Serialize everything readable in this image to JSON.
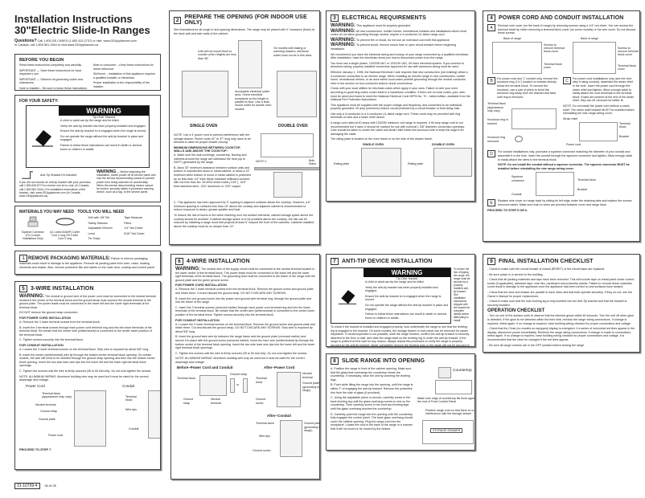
{
  "header": {
    "title1": "Installation Instructions",
    "title2": "30\"Electric Slide-In Ranges",
    "questions_label": "Questions?",
    "questions_text": "Call 1.800.GE.CARES (1.800.432.2737) or visit: www.GEAppliances.com",
    "canada_text": "In Canada, call 1.800.561.3344 or visit www.GEAppliances.ca"
  },
  "before": {
    "title": "BEFORE YOU BEGIN",
    "left": [
      "Read these instructions completely and carefully.",
      "IMPORTANT — Save these instructions for local inspector's use.",
      "IMPORTANT — Observe all governing codes and ordinances.",
      "Note to Installer – Be sure to leave these instructions with consumer."
    ],
    "right": [
      "Note to consumer – Keep these instructions for future reference.",
      "Skill level – Installation of this appliance requires a qualified installer or electrician.",
      "Proper installation is the responsibility of the installer.",
      "Product failure due to improper installation is not covered under warranty."
    ]
  },
  "safety": {
    "title": "FOR YOUR SAFETY:",
    "warning": "WARNING",
    "hazard": "Tip-Over Hazard",
    "lines": [
      "A child or adult can tip the range and be killed.",
      "Verify the anti-tip bracket has been properly installed and engaged.",
      "Ensure the anti-tip bracket is re-engaged when the range is moved.",
      "Do not operate the range without the anti-tip bracket in place and engaged.",
      "Failure to follow these instructions can result in death or serious burns to children or adults."
    ],
    "bracket_label": "Anti-Tip Bracket Kit Included",
    "bracket_note": "If you did not receive an anti-tip bracket with your purchase, call 1.800.626.8774 to receive one at no cost. (In Canada, call 1.800.561.3344.) For installation instructions of the bracket, visit: www.GEAppliances.com (In Canada, www.GEAppliances.ca).",
    "warning2_label": "WARNING",
    "warning2_text": "— Before beginning the installation, switch power off at service panel and lock the service disconnecting means to prevent power from being switched on accidentally. When the service disconnecting means cannot be locked, securely fasten a prominent warning device, such as a tag, to the service panel."
  },
  "materials": {
    "title": "MATERIALS YOU MAY NEED   TOOLS YOU WILL NEED",
    "item1": "Squeeze Connector (For Conduit Installations Only)",
    "item2": "(UL Listed 40AMP) 4-Wire Cord 4' long OR 3-Wire Cord 4' long",
    "tools_a": [
      "Drill with 1/8\" Bit",
      "Safety Glasses",
      "Adjustable Wrench",
      "Level",
      "Tin Snips"
    ],
    "tools_b": [
      "Tape Measure",
      "Pliers",
      "1/4\" Nut Driver",
      "5/16\" Nut Driver"
    ]
  },
  "s1": {
    "num": "1",
    "title": "REMOVE PACKAGING MATERIALS:",
    "text": "Failure to remove packaging materials could result in damage to the appliance. Remove all packing parts from oven, racks, heating elements and drawer. Also, remove protective film and labels on the outer door, cooktop and control panel."
  },
  "s2": {
    "num": "2",
    "title": "PREPARE THE OPENING (FOR INDOOR USE ONLY)",
    "intro": "See illustrations for all rough-in and spacing dimensions. The range may be placed with 0\" clearance (flush) at the back wall and side walls of the cabinet.",
    "note_flush": "Unit will not mount flush to counter when heights are less than 36\".",
    "note_outlet": "On models with baking or warming drawers, electrical outlet must not be in this area.",
    "note_area": "Acceptable electrical outlet area. Orient electrical receptacle so the length is parallel to floor. Use a flush mount outlet for double oven models.",
    "single": "SINGLE OVEN",
    "double": "DOUBLE OVEN",
    "note": "NOTE: Use a 4' power cord to prevent interference with the storage drawer. Power cords 41\" to 47\" long may have to be dressed to allow for proper drawer closing.",
    "min_title": "MINIMUM DIMENSIONS BETWEEN COOKTOP, WALLS AND ABOVE THE COOKTOP:",
    "items": [
      "A. Make sure the wall coverings, countertop, flooring and cabinets around the range can withstand the heat (up to 200°F) generated by the range.",
      "B. Allow 30\" minimum clearance between surface units and bottom of unprotected wood or metal cabinet; or allow a 24\" minimum when bottom of wood or metal cabinet is protected by no less than 1/4\" thick flame retardant millboard covered with not less than No. 28 MSG sheet metal (.015\"), .015\" thick stainless steel, .024\" aluminum or .020\" copper."
    ],
    "item_c": "C. This appliance has been approved for 0\" spacing to adjacent surfaces above the cooktop. However, a 6\" minimum spacing to surfaces less than 15\" above the cooktop and adjacent cabinet is recommended to reduce exposure to steam, grease splatter and heat.",
    "burn": "To reduce the risk of burns or fire when reaching over hot surface elements, cabinet storage space above the cooktop should be avoided. If cabinet storage space is to be provided above the cooktop, the risk can be reduced by installing a range hood that projects at least 5\" beyond the front of the cabinets. Cabinets installed above the cooktop must be no deeper than 13\".",
    "dim_note": "NOTE C",
    "dim_both": "Both Sides"
  },
  "s3": {
    "num": "3",
    "title": "ELECTRICAL REQUIREMENTS",
    "warnings": [
      "This appliance must be properly grounded.",
      "All new construction, mobile homes, recreational vehicles and installations where local codes do not allow grounding through neutral, require a 4-conductor UL-listed range cord.",
      "To prevent fire or shock, do not use an extension cord with this appliance.",
      "To prevent shock, remove house fuse or open circuit breaker before beginning installation."
    ],
    "warn_label": "WARNING:",
    "paras": [
      "We recommend you have the electrical wiring and hookup of your range connected by a qualified electrician. After installation, have the electrician show you how to disconnect power from the range.",
      "You must use a single phase, 120/208 VAC or 120/240 VAC, 60 hertz electrical system. If you connect to aluminum wiring, properly installed connectors approved for use with aluminum wiring must be used.",
      "Effective January 1, 1996, the National Electrical Code requires that new construction (not existing) utilize a 4-conductor connection to an electric range. When installing an electric range in new construction, mobile home, recreational vehicle, or an area where local codes prohibit grounding through the neutral conductor, refer to the section on four-conductor branch circuit connections.",
      "Check with your local utilities for electrical codes which apply in your area. Failure to wire your oven according to governing codes could result in a hazardous condition. If there are no local codes, your oven must be wired and fused to meet the National Electrical Code NFPA No. 70 – latest edition, available from the National Fire Protection Association.",
      "This appliance must be supplied with the proper voltage and frequency, and connected to an individual, properly grounded, 40 amp (minimum) branch circuit protected by a circuit breaker or time-delay fuse.",
      "Use only a 3-conductor or a 4-conductor UL-listed range cord. These cords may be provided with ring terminals on wire and a strain relief device.",
      "A range cord rated at 40 amps with 125/250 minimum volt range is required. If 50 amp range cord is not recommended but if used, it should be marked for use with nominal 1 3/8\" diameter connection openings. Care should be taken to center the cable and strain relief within the knockout hole to keep the edge from damaging the cable.",
      "The rating plate is located on the oven frame or on the side of the drawer frame."
    ],
    "single": "SINGLE OVEN",
    "double": "DOUBLE OVEN",
    "rating": "Rating plate"
  },
  "s4": {
    "num": "4",
    "title": "POWER CORD AND CONDUIT INSTALLATION",
    "a": "Remove wire cover (on the back of range) by removing screws using a 1/4\" nut driver. You can access the terminal block by either removing a terminal block cover (on some models) or the wire cover. Do not discard these screws.",
    "back": "Back of range",
    "screws": "Screws to remove terminal block cover",
    "tb_cover": "Terminal block cover",
    "b": "For power cord and 1\" conduit only, remove the knockout ring (1¾\") located on bracket directly below the terminal block. To remove the knockout, use a pair of pliers to bend the knockout ring away from the bracket and twist until ring is removed.",
    "c": "For power cord installations only (see the next step if using conduit), assemble the strain relief in the hole. Insert the power cord through the strain relief and tighten. Allow enough slack to easily attach the cord terminals to the terminal block. If tabs are present at the end of the strain relief, they can be removed for better fit.",
    "c_note": "NOTE: Do not install the power cord without a strain relief. The strain relief bracket MUST be installed before reinstalling the rear range wiring cover.",
    "tb": "Terminal block (appearance may vary)",
    "kr": "Knockout ring in bracket",
    "krr": "Knockout ring removed",
    "strain": "Strain relief",
    "term": "Terminal block",
    "bracket": "Bracket",
    "cord": "Power cord",
    "d": "For conduit installations only, purchase a squeeze connector matching the diameter of your conduit and assemble it in the hole. Insert the conduit through the squeeze connector and tighten. Allow enough slack to easily attach the wires to the terminal block.",
    "d_note": "NOTE: Do not install the conduit without a squeeze connector. The squeeze connector MUST be installed before reinstalling the rear range wiring cover.",
    "squeeze": "Squeeze connector",
    "conduit": "Conduit",
    "e": "Replace wire cover on range back by sliding its left edge under the retaining tabs and replace the screws removed earlier. Make sure that no wires are pinched between cover and range back.",
    "proceed": "PROCEED TO STEP 5 OR 6."
  },
  "s5": {
    "num": "5",
    "title": "3-WIRE INSTALLATION",
    "warn_label": "WARNING:",
    "warn": "The neutral or ground wire of the power cord must be connected to the neutral terminal located in the center of the terminal block and the ground strap must connect the neutral terminal to the ground plate. The power leads must be connected to the lower left and the lower right terminals of the terminal block.",
    "donot": "DO NOT remove the ground strap connection.",
    "cord_title": "FOR POWER CORD INSTALLATION",
    "cord": [
      "A. Remove the 3 lower terminal screws from the terminal block.",
      "B. Insert the 3 terminal screws through each power cord terminal ring and into the lower terminals of the terminal block. Be certain that the center wire (white/neutral) is connected to the center lower position of the terminal block.",
      "C. Tighten screws securely into the terminal block."
    ],
    "conduit_title": "FOR CONDUIT INSTALLATION",
    "conduit": [
      "A. Loosen the 3 lower terminal screws on the terminal block. Strip wire to exposed tip about 5/8\" long.",
      "B. Insert the center (white/neutral) wire tip through the bottom center terminal block opening. On certain models, the wire will need to be inserted through the ground strap opening and then into the bottom center block opening. Insert the two side bare wire tips into the lower left and the lower right terminal block openings.",
      "C. Tighten the screws until the wire is firmly secured (35 to 50 inch-lbs). Do not over-tighten the screws.",
      "NOTE: ALUMINUM WIRING: Aluminum building wire may be used but it must be rated for the correct amperage and voltage."
    ],
    "power_cord": "Power Cord",
    "conduit_label": "Conduit",
    "tb": "Terminal block (appearance may vary)",
    "neutral": "Neutral terminal",
    "gstrap": "Ground strap",
    "gplate": "Ground plate",
    "pcord": "Power cord",
    "term": "Terminal block",
    "wire": "Wire tips",
    "cond": "Conduit",
    "proceed": "PROCEED TO STEP 7."
  },
  "s6": {
    "num": "6",
    "title": "4-WIRE INSTALLATION",
    "warn_label": "WARNING:",
    "warn": "The neutral wire of the supply circuit must be connected to the neutral terminal located in the lower center of the terminal block. The power leads must be connected to the lower left and the lower right terminals of the terminal block. The grounding lead must be connected to the frame of the range with the ground plate and the green ground screw.",
    "cord_title": "FOR POWER CORD INSTALLATION",
    "cord": [
      "A. Remove the 3 lower terminal screws from the terminal block. Remove the ground screw and ground plate and retain them. Cut and discard the ground strap. DO NOT DISCARD ANY SCREWS.",
      "B. Insert the one ground screw into the power cord ground wire terminal ring, through the ground plate and into the frame of the range.",
      "C. Insert the 3 terminal screws (removed earlier) through each power cord terminal ring and into the lower terminals of the terminal block. Be certain that the center wire (white/neutral) is connected to the center lower position of the terminal block. Tighten screws securely into the terminal block."
    ],
    "conduit_title": "FOR CONDUIT INSTALLATION",
    "conduit": [
      "A. Loosen the 3 lower terminal screws on the terminal block. Remove the ground screw and ground plate and retain them. Cut and discard the ground strap. DO NOT DISCARD ANY SCREWS. Strip wire to exposed tip about 5/8\" long.",
      "B. Insert the ground bare wire tip between the range frame and the ground plate (removed earlier) and secure it in place with the ground screw (removed earlier). Insert the bare wire (white/neutral) tip through the bottom center of the terminal block opening. Insert the two side bare wire tips into the lower left and the lower right terminal block openings.",
      "C. Tighten the screws until the wire is firmly secured (35 to 50 inch-lbs). Do not over-tighten the screws."
    ],
    "note": "NOTE: ALUMINUM WIRING: Aluminum building wire may be used but it must be rated for the correct amperage and voltage.",
    "before": "Before–Power Cord and Conduit",
    "after_cord": "After–Power Cord",
    "after_conduit": "After–Conduit",
    "term": "Terminal block",
    "gstrap": "Ground strap",
    "neutral": "Neutral terminal",
    "gplate": "Ground plate (grounding to range)",
    "gscrew": "Ground screw",
    "wire": "Wire tips",
    "or": "or"
  },
  "s7": {
    "num": "7",
    "title": "ANTI-TIP DEVICE INSTALLATION",
    "warning": "WARNING",
    "hazard": "Tip-Over Hazard",
    "lines": [
      "A child or adult can tip the range and be killed.",
      "Verify the anti-tip bracket has been properly installed and engaged.",
      "Ensure the anti-tip bracket is re-engaged when the range is moved.",
      "Do not operate the range without the anti-tip bracket in place and engaged.",
      "Failure to follow these instructions can result in death or serious burns to children or adults."
    ],
    "side": "To reduce the risk of tipping the range, the range must be secured by a properly installed anti-tip bracket. See installation instructions shipped with the bracket for complete details before attempting to install.",
    "text": "To check if the bracket is installed and engaged properly, look underneath the range to see that the leveling leg is engaged in the bracket. On some models, the storage drawer or kick panel can be removed for easier inspection. If visual inspection is not possible, slide the range forward, confirm the anti-tip bracket is securely attached to the floor or wall, and slide the range back so the leveling leg is under the anti-tip bracket. If the range is pulled from the wall for any reason, always repeat this procedure to verify the range is properly secured by the anti-tip bracket. Never completely remove the leveling legs or the range will not be secured to the anti-tip device properly."
  },
  "s8": {
    "num": "8",
    "title": "SLIDE RANGE INTO OPENING",
    "items": [
      "A. Position the range in front of the cabinet opening. Make sure that the glass that overhangs the countertop clears the countertop. If necessary, raise the unit by lowering the leveling legs.",
      "B. Push while tilting the range into the opening, until the range is within 2\" of engaging the anti-tip bracket. Remove the protective trim from the side of glass (if provided).",
      "C. Using the adjustable pliers or wrench, carefully screw in the back leveling leg until the glass overhang comes to rest on the countertop. Then carefully screw in the front two leveling legs until the glass overhang touches the countertop.",
      "D. Carefully push the range into the opening until the countertop fully engages the control panel. The back glass overhang should cover the cabinet opening. Plug the range cord into the receptacle. Locate the cord in the back of the range in a manner that it will not touch or be moved by the drawer."
    ],
    "countertop": "Countertop",
    "edge": "Make sure edge of countertop fits flush against the end of Front Control Panel",
    "position": "Position range cord so that there is no interference with the storage drawer",
    "drawer": "STORAGE DRAWER"
  },
  "s9": {
    "num": "9",
    "title": "FINAL INSTALLATION CHECKLIST",
    "items": [
      "Check to make sure the circuit breaker is closed (RESET) or the circuit fuses are replaced.",
      "Be sure power is in service to the building.",
      "Check that all packing materials and tape have been removed. This will include tape on metal panel under control knobs (if applicable), adhesive tape, wire ties, cardboard and protective plastic. Failure to remove these materials could result in damage to the appliance once the appliance has been turned on and surfaces have heated.",
      "Check that the door and drawer are parallel to each other and that both operate smoothly. If they do not, see the Owner's Manual for proper replacement.",
      "Check to make sure that the rear leveling leg is fully inserted into the Anti-Tip bracket and that the bracket is securely installed."
    ],
    "op_title": "OPERATION CHECKLIST",
    "op_items": [
      "Turn on one of the surface units to observe that the element glows within 60 seconds. Turn the unit off when glow is detected. If the glow is not detected within the time limit, recheck the range wiring connections. If change is required, retest again. If no change is required, have building wiring checked for proper connections and voltage.",
      "Check that the Clock (on models so equipped) display is energized. If a series of horizontal red lines appear in the display, disconnect power immediately. Recheck the range wiring connections. If change is made to connections, retest again. If no change is required, have building wiring checked for proper connections and voltage. It is recommended that the clock be changed if the red lines appear.",
      "Be sure all range controls are in the OFF position before leaving the range."
    ]
  },
  "footer": {
    "code": "31-10769-4",
    "date": "08-15  GE"
  }
}
